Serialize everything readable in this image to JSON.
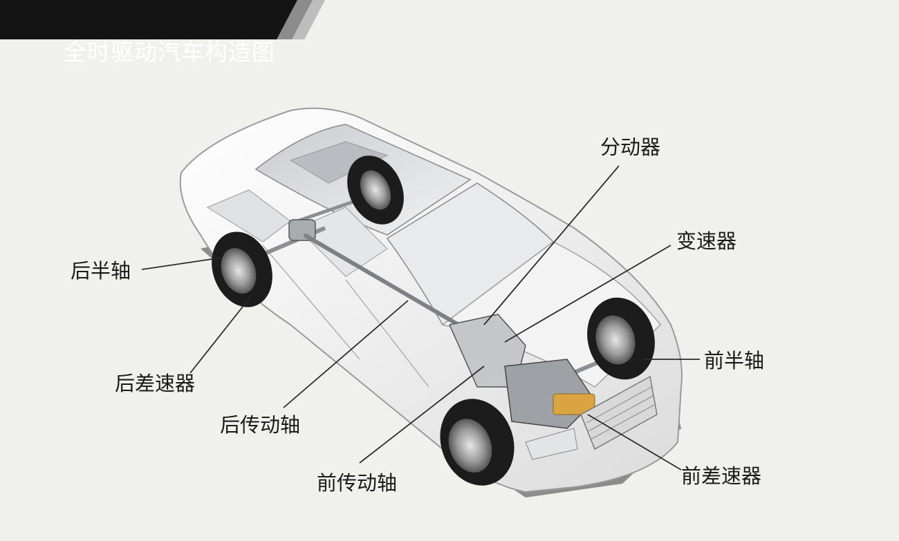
{
  "title": "全时驱动汽车构造图",
  "labels": {
    "transfer_case": "分动器",
    "gearbox": "变速器",
    "rear_half_shaft": "后半轴",
    "rear_differential": "后差速器",
    "rear_drive_shaft": "后传动轴",
    "front_drive_shaft": "前传动轴",
    "front_half_shaft": "前半轴",
    "front_differential": "前差速器"
  },
  "colors": {
    "background": "#f0f0ec",
    "title_bar": "#141414",
    "title_stripe": "#8c8c8c",
    "car_body": "#f7f7f7",
    "car_outline": "#9a9a9a",
    "tire": "#1c1c1c",
    "leader_line": "#2a2a2a",
    "engine_accent": "#d9a441"
  }
}
